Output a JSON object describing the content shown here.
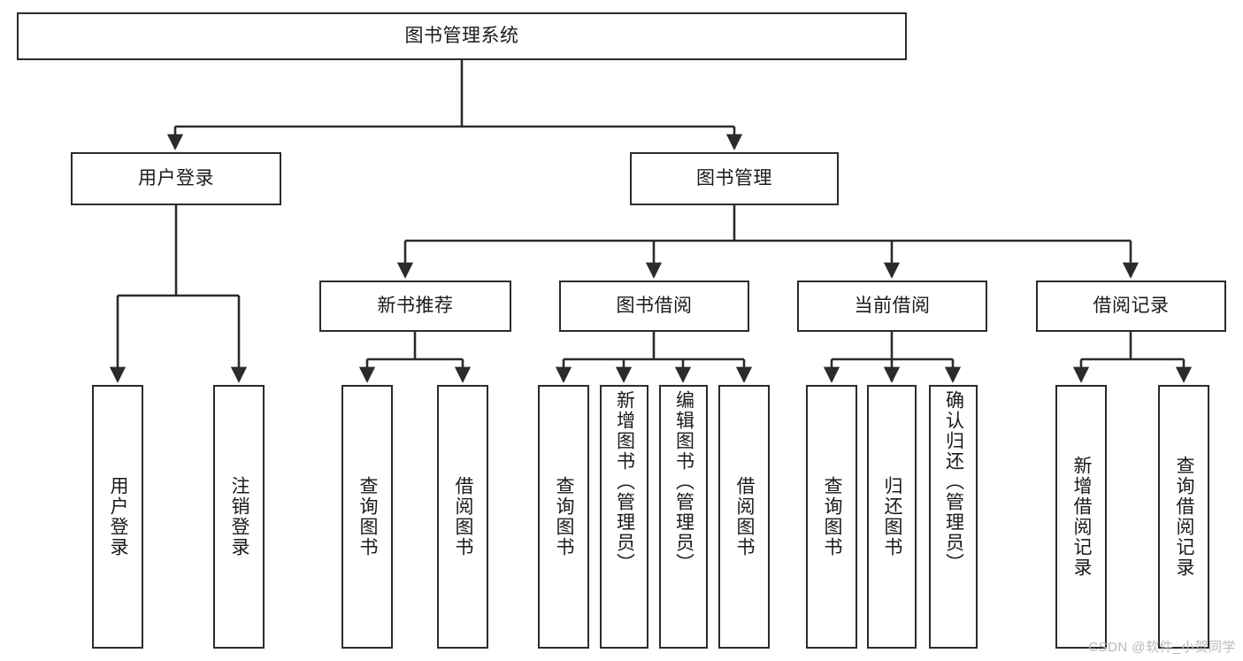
{
  "diagram": {
    "title": "图书管理系统",
    "type": "hierarchy-tree",
    "levels": 4,
    "root": {
      "id": "root",
      "label": "图书管理系统",
      "orientation": "horizontal"
    },
    "level2": [
      {
        "id": "user-login",
        "label": "用户登录",
        "orientation": "horizontal"
      },
      {
        "id": "book-manage",
        "label": "图书管理",
        "orientation": "horizontal"
      }
    ],
    "level3": [
      {
        "id": "new-book-rec",
        "label": "新书推荐",
        "orientation": "horizontal"
      },
      {
        "id": "book-borrow",
        "label": "图书借阅",
        "orientation": "horizontal"
      },
      {
        "id": "current-borrow",
        "label": "当前借阅",
        "orientation": "horizontal"
      },
      {
        "id": "borrow-record",
        "label": "借阅记录",
        "orientation": "horizontal"
      }
    ],
    "leaves": {
      "user-login": [
        {
          "id": "leaf-user-login",
          "label": "用户登录",
          "orientation": "vertical"
        },
        {
          "id": "leaf-logout",
          "label": "注销登录",
          "orientation": "vertical"
        }
      ],
      "new-book-rec": [
        {
          "id": "leaf-query-book-1",
          "label": "查询图书",
          "orientation": "vertical"
        },
        {
          "id": "leaf-borrow-book-1",
          "label": "借阅图书",
          "orientation": "vertical"
        }
      ],
      "book-borrow": [
        {
          "id": "leaf-query-book-2",
          "label": "查询图书",
          "orientation": "vertical"
        },
        {
          "id": "leaf-add-book",
          "label": "新增图书（管理员）",
          "orientation": "vertical"
        },
        {
          "id": "leaf-edit-book",
          "label": "编辑图书（管理员）",
          "orientation": "vertical"
        },
        {
          "id": "leaf-borrow-book-2",
          "label": "借阅图书",
          "orientation": "vertical"
        }
      ],
      "current-borrow": [
        {
          "id": "leaf-query-book-3",
          "label": "查询图书",
          "orientation": "vertical"
        },
        {
          "id": "leaf-return-book",
          "label": "归还图书",
          "orientation": "vertical"
        },
        {
          "id": "leaf-confirm-return",
          "label": "确认归还（管理员）",
          "orientation": "vertical"
        }
      ],
      "borrow-record": [
        {
          "id": "leaf-add-record",
          "label": "新增借阅记录",
          "orientation": "vertical"
        },
        {
          "id": "leaf-query-record",
          "label": "查询借阅记录",
          "orientation": "vertical"
        }
      ]
    },
    "style": {
      "box_border_color": "#2b2b2b",
      "box_fill_color": "#ffffff",
      "connector_color": "#2b2b2b",
      "text_color": "#1a1a1a",
      "background_color": "#ffffff"
    }
  },
  "watermark": {
    "text": "CSDN @软件_小贺同学",
    "color": "#b9b9b9"
  }
}
